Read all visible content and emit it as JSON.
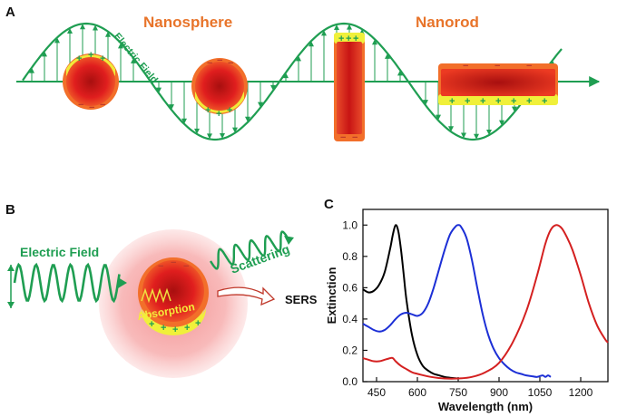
{
  "panel_a": {
    "label": "A",
    "nanosphere_title": "Nanosphere",
    "nanorod_title": "Nanorod",
    "field_label": "Electric Field",
    "plus_sign": "+",
    "minus_sign": "−"
  },
  "panel_b": {
    "label": "B",
    "field_label": "Electric Field",
    "scattering_label": "Scattering",
    "absorption_label": "Absorption",
    "sers_label": "SERS"
  },
  "chart_data": {
    "label": "C",
    "type": "line",
    "xlabel": "Wavelength (nm)",
    "ylabel": "Extinction",
    "xlim": [
      400,
      1300
    ],
    "ylim": [
      0,
      1.1
    ],
    "xticks": [
      450,
      600,
      750,
      900,
      1050,
      1200
    ],
    "yticks": [
      0.0,
      0.2,
      0.4,
      0.6,
      0.8,
      1.0
    ],
    "ytick_labels": [
      "0.0",
      "0.2",
      "0.4",
      "0.6",
      "0.8",
      "1.0"
    ],
    "series": [
      {
        "color": "#000000",
        "x": [
          400,
          420,
          440,
          460,
          480,
          500,
          510,
          520,
          530,
          540,
          550,
          560,
          580,
          600,
          620,
          640,
          660,
          680,
          700,
          720,
          750
        ],
        "y": [
          0.59,
          0.57,
          0.58,
          0.62,
          0.7,
          0.85,
          0.94,
          1.0,
          0.96,
          0.84,
          0.68,
          0.52,
          0.3,
          0.17,
          0.1,
          0.07,
          0.05,
          0.04,
          0.03,
          0.025,
          0.02
        ]
      },
      {
        "color": "#1c2fd6",
        "x": [
          400,
          420,
          440,
          460,
          480,
          500,
          520,
          540,
          560,
          580,
          600,
          620,
          640,
          660,
          680,
          700,
          720,
          740,
          750,
          760,
          780,
          800,
          820,
          840,
          860,
          880,
          900,
          920,
          940,
          960,
          980,
          1000,
          1020,
          1040,
          1060,
          1070,
          1080,
          1090
        ],
        "y": [
          0.37,
          0.35,
          0.33,
          0.32,
          0.33,
          0.36,
          0.4,
          0.43,
          0.44,
          0.43,
          0.42,
          0.44,
          0.5,
          0.6,
          0.72,
          0.84,
          0.94,
          0.99,
          1.0,
          0.99,
          0.92,
          0.78,
          0.6,
          0.43,
          0.3,
          0.21,
          0.15,
          0.11,
          0.08,
          0.06,
          0.05,
          0.04,
          0.035,
          0.03,
          0.04,
          0.03,
          0.04,
          0.03
        ]
      },
      {
        "color": "#d42020",
        "x": [
          400,
          420,
          440,
          460,
          480,
          500,
          510,
          520,
          540,
          560,
          580,
          600,
          650,
          700,
          750,
          800,
          850,
          900,
          950,
          1000,
          1040,
          1070,
          1090,
          1110,
          1130,
          1150,
          1170,
          1200,
          1230,
          1260,
          1290,
          1300
        ],
        "y": [
          0.15,
          0.14,
          0.13,
          0.13,
          0.14,
          0.15,
          0.15,
          0.13,
          0.1,
          0.08,
          0.06,
          0.05,
          0.03,
          0.02,
          0.02,
          0.03,
          0.06,
          0.12,
          0.25,
          0.45,
          0.68,
          0.88,
          0.97,
          1.0,
          0.98,
          0.92,
          0.84,
          0.68,
          0.5,
          0.36,
          0.27,
          0.25
        ]
      }
    ]
  }
}
